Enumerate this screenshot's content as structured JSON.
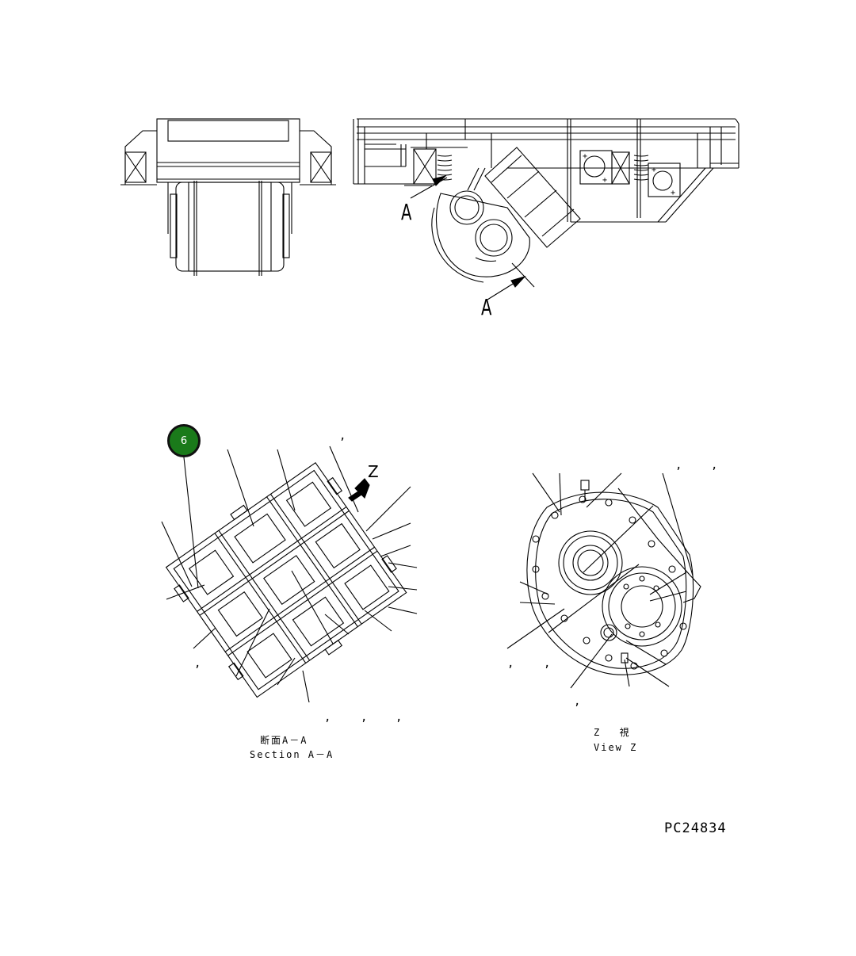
{
  "drawing": {
    "section_letter_upper": "A",
    "section_letter_lower": "A",
    "view_letter": "Z",
    "callout_number": "6",
    "section_caption_jp": "断面A－A",
    "section_caption_en": "Section A－A",
    "view_caption_jp": "Z　 視",
    "view_caption_en": "View Z",
    "drawing_number": "PC24834",
    "comma_mark": ","
  }
}
